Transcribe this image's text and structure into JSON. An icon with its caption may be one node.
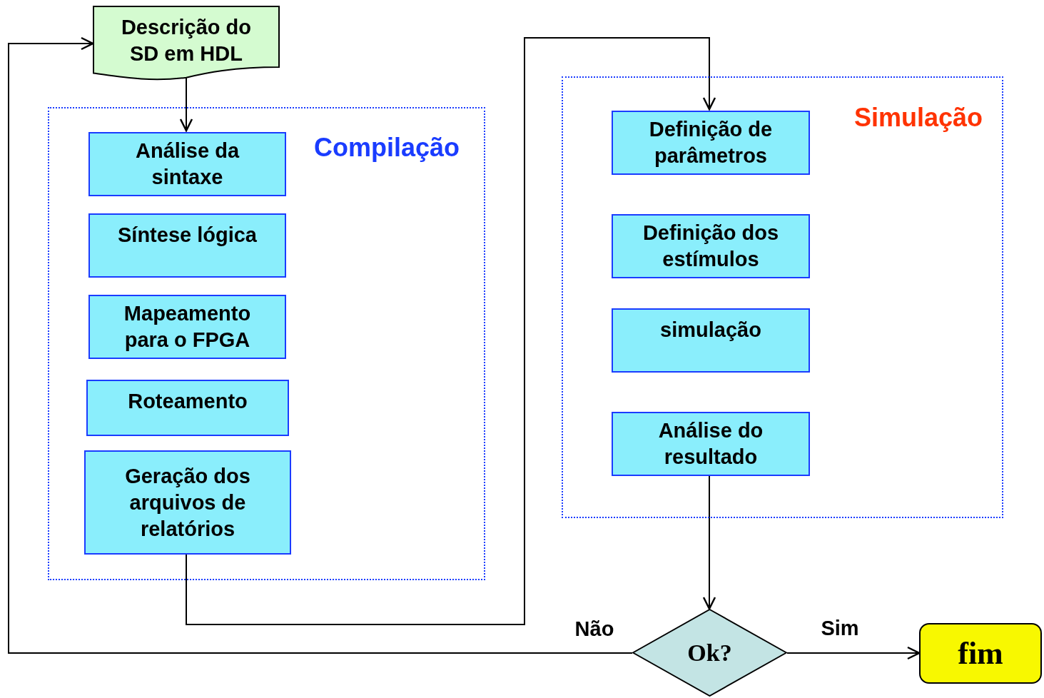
{
  "diagram": {
    "nodes": [
      {
        "text": [
          "Descrição do SD em HDL"
        ]
      },
      {
        "text": [
          "Compilação"
        ]
      },
      {
        "text": [
          "Análise da sintaxe"
        ],
        "in": 1
      },
      {
        "text": [
          "Síntese lógica"
        ],
        "in": 1
      },
      {
        "text": [
          "Mapeamento para o FPGA"
        ],
        "in": 1
      },
      {
        "text": [
          "Roteamento"
        ],
        "in": 1
      },
      {
        "text": [
          "Geração dos arquivos de relatórios"
        ],
        "in": 1
      },
      {
        "text": [
          "Simulação"
        ]
      },
      {
        "text": [
          "Definição de parâmetros"
        ],
        "in": 7
      },
      {
        "text": [
          "Definição dos estímulos"
        ],
        "in": 7
      },
      {
        "text": [
          "simulação"
        ],
        "in": 7
      },
      {
        "text": [
          "Análise do resultado"
        ],
        "in": 7
      },
      {
        "text": [
          "Ok?"
        ]
      },
      {
        "text": [
          "fim"
        ]
      }
    ],
    "edges": [
      {
        "from": 0,
        "to": 2,
        "arrow": "to"
      },
      {
        "from": 6,
        "to": 8,
        "arrow": "to"
      },
      {
        "from": 11,
        "to": 12,
        "arrow": "to"
      },
      {
        "from": 12,
        "to": 0,
        "arrow": "to",
        "label": "Não"
      },
      {
        "from": 12,
        "to": 13,
        "arrow": "to",
        "label": "Sim"
      }
    ]
  }
}
